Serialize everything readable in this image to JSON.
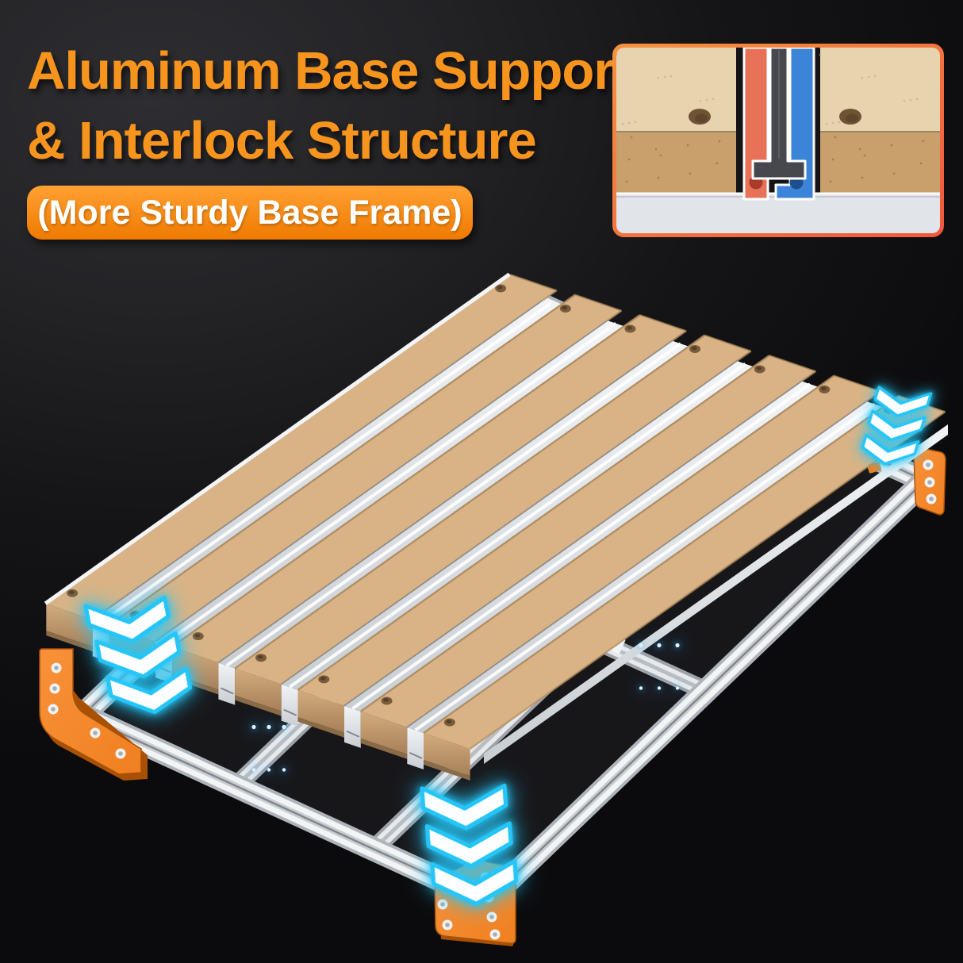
{
  "banner": {
    "title_line1": "Aluminum Base Support",
    "title_line2": "& Interlock Structure",
    "badge_label": "(More Sturdy Base Frame)"
  },
  "palette": {
    "title_orange": "#F7941D",
    "badge_gradient_top": "#FFA133",
    "badge_gradient_bottom": "#EF7A00",
    "badge_text": "#FFFFFF",
    "background_dark": "#0C0C0E",
    "background_light": "#2E2E32"
  },
  "scene": {
    "slat_count": 7,
    "chevron_sets": [
      {
        "name": "left",
        "count": 3
      },
      {
        "name": "bottom",
        "count": 3
      },
      {
        "name": "right",
        "count": 3
      }
    ],
    "glow_streak_groups": 2,
    "colors": {
      "mdf_top": "#D9B385",
      "mdf_bevel": "#AF8A5C",
      "mdf_end_light": "#D2AC7E",
      "mdf_end_dark": "#A87F58",
      "mdf_end_lip": "#8A6B48",
      "hole_brown": "#7A5C3B",
      "aluminum_light": "#F2F4F6",
      "aluminum_mid": "#C9CED3",
      "aluminum_dark": "#83878C",
      "aluminum_edge": "#AEB4BA",
      "frame_interior": "#17171A",
      "bracket_orange": "#F08020",
      "bracket_orange_dark": "#A85106",
      "screw_light": "#F2F2F2",
      "screw_dark": "#A9ADB3",
      "chevron_fill": "#FDFEFF",
      "chevron_stroke": "#25C6F7",
      "streak_blue": "#3FA9F5"
    }
  },
  "inset": {
    "colors": {
      "border_start": "#F6913F",
      "border_end": "#F1573D",
      "mdf_top": "#E7D3AE",
      "mdf_front": "#C9A06B",
      "mdf_seam": "#9A8866",
      "gap_dark": "#141416",
      "profile_salmon": "#E87258",
      "profile_blue": "#3B84D8",
      "profile_slot_gray": "#46484E",
      "outline_white": "#FFFFFF",
      "base_plate": "#E1E4E9",
      "hole_dark": "#5E462C",
      "hole_mid": "#6E5335",
      "speckle": "#BFAE8E"
    }
  }
}
